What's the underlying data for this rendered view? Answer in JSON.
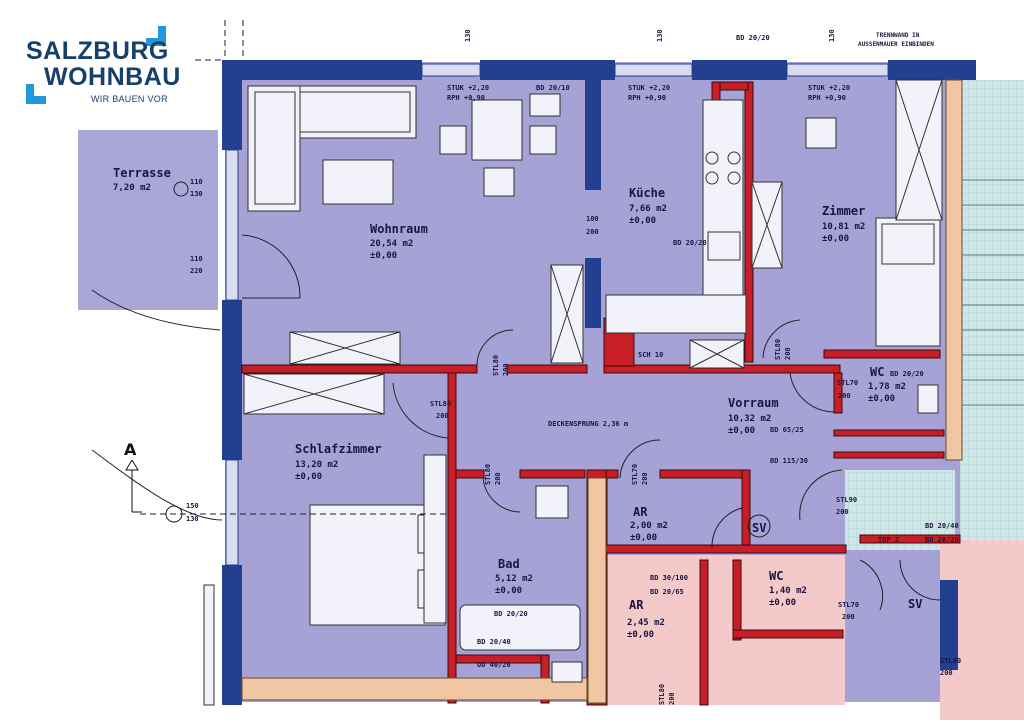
{
  "logo": {
    "line1": "SALZBURG",
    "line2": "WOHNBAU",
    "tagline": "WIR BAUEN VOR"
  },
  "header_note": {
    "line1": "TRENNWAND IN",
    "line2": "AUSSENMAUER EINBINDEN"
  },
  "section_marker": "A",
  "rooms": {
    "terrasse": {
      "name": "Terrasse",
      "area": "7,20 m2"
    },
    "wohnraum": {
      "name": "Wohnraum",
      "area": "20,54 m2",
      "floor": "±0,00"
    },
    "kueche": {
      "name": "Küche",
      "area": "7,66 m2",
      "floor": "±0,00"
    },
    "zimmer": {
      "name": "Zimmer",
      "area": "10,81 m2",
      "floor": "±0,00"
    },
    "schlafzimmer": {
      "name": "Schlafzimmer",
      "area": "13,20 m2",
      "floor": "±0,00"
    },
    "vorraum": {
      "name": "Vorraum",
      "area": "10,32 m2",
      "floor": "±0,00"
    },
    "wc": {
      "name": "WC",
      "area": "1,78 m2",
      "floor": "±0,00"
    },
    "ar": {
      "name": "AR",
      "area": "2,00 m2",
      "floor": "±0,00"
    },
    "bad": {
      "name": "Bad",
      "area": "5,12 m2",
      "floor": "±0,00"
    },
    "ar2": {
      "name": "AR",
      "area": "2,45 m2",
      "floor": "±0,00"
    },
    "wc2": {
      "name": "WC",
      "area": "1,40 m2",
      "floor": "±0,00"
    }
  },
  "labels": {
    "window_130_a": "130",
    "window_130_b": "130",
    "window_130_c": "130",
    "bd_top": "BD 20/20",
    "stuk_wohn": "STUK +2,20",
    "rph_wohn": "RPH +0,90",
    "bd_wohn": "BD 20/10",
    "stuk_kueche": "STUK +2,20",
    "rph_kueche": "RPH +0,90",
    "stuk_zimmer": "STUK +2,20",
    "rph_zimmer": "RPH +0,90",
    "terr_door_w": "110",
    "terr_door_h": "130",
    "terr_door2_w": "110",
    "terr_door2_h": "220",
    "opening_w": "100",
    "opening_h": "200",
    "bd_kueche": "BD 20/20",
    "sch": "SCH 10",
    "stl_a": "STL80",
    "stl_a2": "200",
    "stl_b": "STL80",
    "stl_b2": "200",
    "stl_c": "STL70",
    "stl_c2": "200",
    "stl_d": "STL80",
    "stl_d2": "200",
    "stl_e": "STL80",
    "stl_e2": "200",
    "stl_f": "STL90",
    "stl_f2": "200",
    "stl_g": "STL70",
    "stl_g2": "200",
    "stl_h": "STL80",
    "stl_h2": "200",
    "stl_i": "STL70",
    "stl_i2": "200",
    "stl_j": "STL80",
    "stl_j2": "200",
    "deckensprung": "DECKENSPRUNG 2,36 m",
    "bd_vorraum1": "BD 65/25",
    "bd_vorraum2": "BD 115/30",
    "schlaf_win_w": "150",
    "schlaf_win_h": "130",
    "bd_bad1": "BD 20/20",
    "bd_bad2": "BD 20/40",
    "od_bad": "OD 40/20",
    "bd_ar1": "BD 30/100",
    "bd_ar2": "BD 20/65",
    "bd_wc2a": "BD 20/40",
    "bd_wc2b": "BD 20/20",
    "top2": "TOP 2",
    "sv1": "SV",
    "sv2": "SV",
    "bd_wc": "BD 20/20"
  }
}
